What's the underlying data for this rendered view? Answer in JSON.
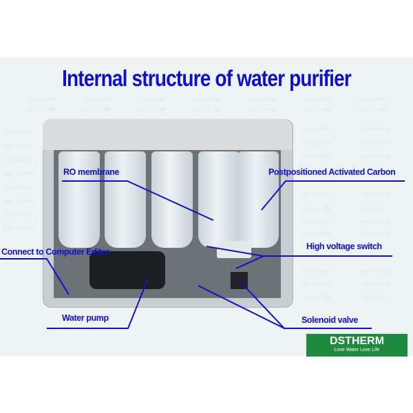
{
  "title": "Internal structure of water purifier",
  "watermark": "DSTHERM",
  "labels": {
    "ro_membrane": "RO membrane",
    "activated_carbon": "Postpositioned Activated Carbon",
    "computer_editor": "Connect to Computer Editor",
    "high_voltage_switch": "High voltage switch",
    "water_pump": "Water pump",
    "solenoid_valve": "Solenoid valve"
  },
  "logo": {
    "name": "DSTHERM",
    "slogan": "Love Water Love Life"
  },
  "colors": {
    "label": "#1010c8",
    "logo": "#1f8a3f"
  }
}
